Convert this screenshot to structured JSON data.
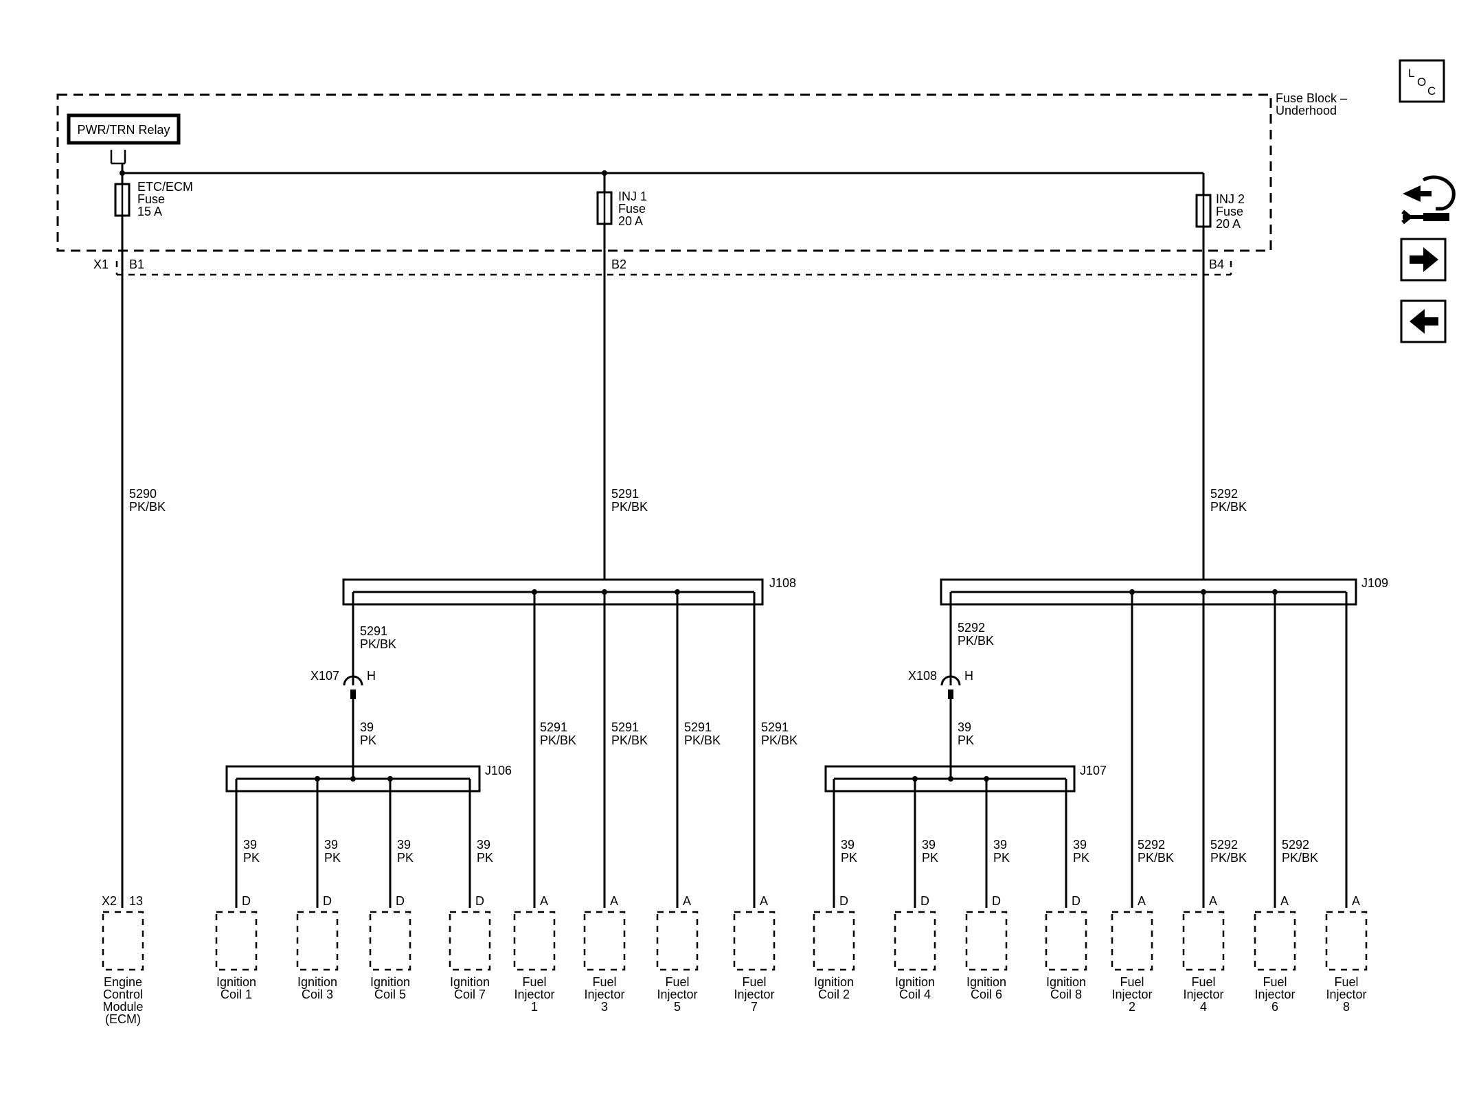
{
  "fuse_block": {
    "label_line1": "Fuse Block –",
    "label_line2": "Underhood",
    "relay_label": "PWR/TRN Relay",
    "connector_top": "X1",
    "fuses": [
      {
        "id": "etc-ecm",
        "line1": "ETC/ECM",
        "line2": "Fuse",
        "line3": "15 A",
        "pin": "B1"
      },
      {
        "id": "inj1",
        "line1": "INJ 1",
        "line2": "Fuse",
        "line3": "20 A",
        "pin": "B2"
      },
      {
        "id": "inj2",
        "line1": "INJ 2",
        "line2": "Fuse",
        "line3": "20 A",
        "pin": "B4"
      }
    ]
  },
  "wires": {
    "w5290": {
      "circuit": "5290",
      "color": "PK/BK"
    },
    "w5291": {
      "circuit": "5291",
      "color": "PK/BK"
    },
    "w5292": {
      "circuit": "5292",
      "color": "PK/BK"
    },
    "w39": {
      "circuit": "39",
      "color": "PK"
    }
  },
  "splices": {
    "j108": "J108",
    "j109": "J109",
    "j106": "J106",
    "j107": "J107"
  },
  "inline_connectors": {
    "x107": {
      "name": "X107",
      "pin": "H"
    },
    "x108": {
      "name": "X108",
      "pin": "H"
    }
  },
  "ecm": {
    "connector": "X2",
    "pin": "13",
    "lines": [
      "Engine",
      "Control",
      "Module",
      "(ECM)"
    ]
  },
  "components": [
    {
      "pin": "D",
      "lines": [
        "Ignition",
        "Coil 1"
      ]
    },
    {
      "pin": "D",
      "lines": [
        "Ignition",
        "Coil 3"
      ]
    },
    {
      "pin": "D",
      "lines": [
        "Ignition",
        "Coil 5"
      ]
    },
    {
      "pin": "D",
      "lines": [
        "Ignition",
        "Coil 7"
      ]
    },
    {
      "pin": "A",
      "lines": [
        "Fuel",
        "Injector",
        "1"
      ]
    },
    {
      "pin": "A",
      "lines": [
        "Fuel",
        "Injector",
        "3"
      ]
    },
    {
      "pin": "A",
      "lines": [
        "Fuel",
        "Injector",
        "5"
      ]
    },
    {
      "pin": "A",
      "lines": [
        "Fuel",
        "Injector",
        "7"
      ]
    },
    {
      "pin": "D",
      "lines": [
        "Ignition",
        "Coil 2"
      ]
    },
    {
      "pin": "D",
      "lines": [
        "Ignition",
        "Coil 4"
      ]
    },
    {
      "pin": "D",
      "lines": [
        "Ignition",
        "Coil 6"
      ]
    },
    {
      "pin": "D",
      "lines": [
        "Ignition",
        "Coil 8"
      ]
    },
    {
      "pin": "A",
      "lines": [
        "Fuel",
        "Injector",
        "2"
      ]
    },
    {
      "pin": "A",
      "lines": [
        "Fuel",
        "Injector",
        "4"
      ]
    },
    {
      "pin": "A",
      "lines": [
        "Fuel",
        "Injector",
        "6"
      ]
    },
    {
      "pin": "A",
      "lines": [
        "Fuel",
        "Injector",
        "8"
      ]
    }
  ],
  "nav": {
    "loc_letters": [
      "L",
      "O",
      "C"
    ],
    "icons": [
      "component-locator-icon",
      "diagnostic-tools-icon",
      "next-page-arrow-icon",
      "previous-page-arrow-icon"
    ]
  }
}
